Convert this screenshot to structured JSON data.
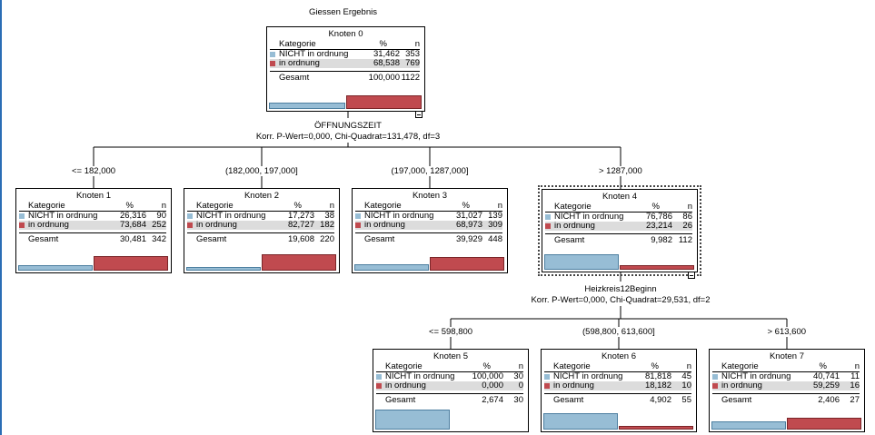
{
  "title": "Giessen Ergebnis",
  "colors": {
    "nicht": "#97bdd5",
    "ordnung": "#c04a4f",
    "nicht_border": "#4d7fa0",
    "ordnung_border": "#7a2528",
    "left_edge": "#2a6db5"
  },
  "headers": {
    "kategorie": "Kategorie",
    "pct": "%",
    "n": "n",
    "gesamt": "Gesamt"
  },
  "categories": [
    "NICHT in ordnung",
    "in ordnung"
  ],
  "splits": [
    {
      "variable": "ÖFFNUNGSZEIT",
      "stats": "Korr. P-Wert=0,000, Chi-Quadrat=131,478, df=3"
    },
    {
      "variable": "Heizkreis12Beginn",
      "stats": "Korr. P-Wert=0,000, Chi-Quadrat=29,531, df=2"
    }
  ],
  "branches": [
    "<= 182,000",
    "(182,000, 197,000]",
    "(197,000, 1287,000]",
    "> 1287,000",
    "<= 598,800",
    "(598,800, 613,600]",
    "> 613,600"
  ],
  "nodes": [
    {
      "title": "Knoten 0",
      "rows": [
        {
          "pct": "31,462",
          "n": "353"
        },
        {
          "pct": "68,538",
          "n": "769"
        }
      ],
      "total": {
        "pct": "100,000",
        "n": "1122"
      },
      "shares": [
        0.31462,
        0.68538
      ],
      "selected": false
    },
    {
      "title": "Knoten 1",
      "rows": [
        {
          "pct": "26,316",
          "n": "90"
        },
        {
          "pct": "73,684",
          "n": "252"
        }
      ],
      "total": {
        "pct": "30,481",
        "n": "342"
      },
      "shares": [
        0.26316,
        0.73684
      ],
      "selected": false
    },
    {
      "title": "Knoten 2",
      "rows": [
        {
          "pct": "17,273",
          "n": "38"
        },
        {
          "pct": "82,727",
          "n": "182"
        }
      ],
      "total": {
        "pct": "19,608",
        "n": "220"
      },
      "shares": [
        0.17273,
        0.82727
      ],
      "selected": false
    },
    {
      "title": "Knoten 3",
      "rows": [
        {
          "pct": "31,027",
          "n": "139"
        },
        {
          "pct": "68,973",
          "n": "309"
        }
      ],
      "total": {
        "pct": "39,929",
        "n": "448"
      },
      "shares": [
        0.31027,
        0.68973
      ],
      "selected": false
    },
    {
      "title": "Knoten 4",
      "rows": [
        {
          "pct": "76,786",
          "n": "86"
        },
        {
          "pct": "23,214",
          "n": "26"
        }
      ],
      "total": {
        "pct": "9,982",
        "n": "112"
      },
      "shares": [
        0.76786,
        0.23214
      ],
      "selected": true
    },
    {
      "title": "Knoten 5",
      "rows": [
        {
          "pct": "100,000",
          "n": "30"
        },
        {
          "pct": "0,000",
          "n": "0"
        }
      ],
      "total": {
        "pct": "2,674",
        "n": "30"
      },
      "shares": [
        1.0,
        0.0
      ],
      "selected": false
    },
    {
      "title": "Knoten 6",
      "rows": [
        {
          "pct": "81,818",
          "n": "45"
        },
        {
          "pct": "18,182",
          "n": "10"
        }
      ],
      "total": {
        "pct": "4,902",
        "n": "55"
      },
      "shares": [
        0.81818,
        0.18182
      ],
      "selected": false
    },
    {
      "title": "Knoten 7",
      "rows": [
        {
          "pct": "40,741",
          "n": "11"
        },
        {
          "pct": "59,259",
          "n": "16"
        }
      ],
      "total": {
        "pct": "2,406",
        "n": "27"
      },
      "shares": [
        0.40741,
        0.59259
      ],
      "selected": false
    }
  ]
}
